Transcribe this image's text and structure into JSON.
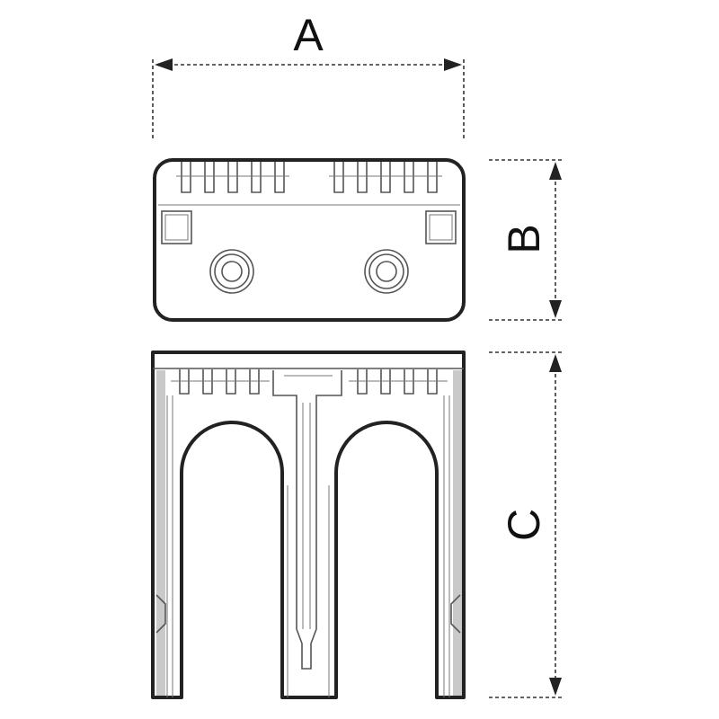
{
  "diagram": {
    "dimensions": [
      {
        "id": "A",
        "label": "A"
      },
      {
        "id": "B",
        "label": "B"
      },
      {
        "id": "C",
        "label": "C"
      }
    ],
    "colors": {
      "line": "#222222",
      "background": "#ffffff",
      "shade": "#c9c9c9"
    }
  }
}
